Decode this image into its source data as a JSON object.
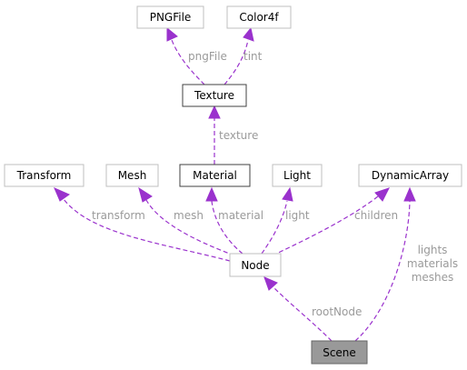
{
  "diagram": {
    "nodes": {
      "pngfile": "PNGFile",
      "color4f": "Color4f",
      "texture": "Texture",
      "transform": "Transform",
      "mesh": "Mesh",
      "material": "Material",
      "light": "Light",
      "dynamicarray": "DynamicArray",
      "node": "Node",
      "scene": "Scene"
    },
    "edges": {
      "pngfile": "pngFile",
      "tint": "tint",
      "texture": "texture",
      "transform": "transform",
      "mesh": "mesh",
      "material": "material",
      "light": "light",
      "children": "children",
      "rootnode": "rootNode",
      "lights": "lights",
      "materials": "materials",
      "meshes": "meshes"
    },
    "colors": {
      "edge": "#9a32cd",
      "node_border_light": "#bfbfbf",
      "node_border_dark": "#404040",
      "scene_fill": "#999999",
      "edge_label": "#9a9a9a"
    }
  }
}
